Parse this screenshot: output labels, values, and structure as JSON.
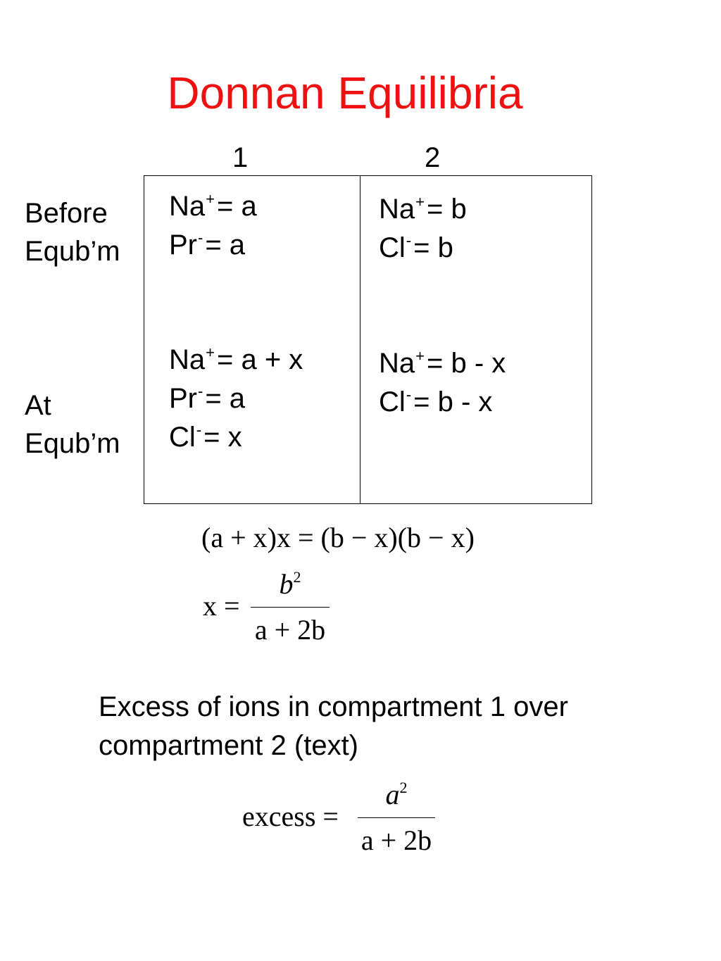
{
  "slide": {
    "title": "Donnan Equilibria",
    "title_color": "#ee1111",
    "columns": [
      "1",
      "2"
    ],
    "rows": [
      {
        "label_line1": "Before",
        "label_line2": "Equb’m"
      },
      {
        "label_line1": "At",
        "label_line2": "Equb’m"
      }
    ],
    "cells": {
      "before_1": [
        {
          "ion": "Na",
          "charge": "+",
          "value": "= a"
        },
        {
          "ion": "Pr",
          "charge": "-",
          "value": "= a"
        }
      ],
      "before_2": [
        {
          "ion": "Na",
          "charge": "+",
          "value": "= b"
        },
        {
          "ion": "Cl",
          "charge": "-",
          "value": "= b"
        }
      ],
      "at_1": [
        {
          "ion": "Na",
          "charge": "+",
          "value": "= a + x"
        },
        {
          "ion": "Pr",
          "charge": "-",
          "value": "= a"
        },
        {
          "ion": "Cl",
          "charge": "-",
          "value": "= x"
        }
      ],
      "at_2": [
        {
          "ion": "Na",
          "charge": "+",
          "value": "= b - x"
        },
        {
          "ion": "Cl",
          "charge": "-",
          "value": "= b - x"
        }
      ]
    },
    "equations": {
      "eq1": "(a + x)x = (b − x)(b − x)",
      "eq2_lhs": "x =",
      "eq2_num": "b",
      "eq2_num_exp": "2",
      "eq2_den": "a + 2b",
      "eq3_lhs": "excess =",
      "eq3_num": "a",
      "eq3_num_exp": "2",
      "eq3_den": "a + 2b"
    },
    "note_line1": "Excess of ions in compartment 1 over",
    "note_line2": "compartment 2 (text)"
  }
}
